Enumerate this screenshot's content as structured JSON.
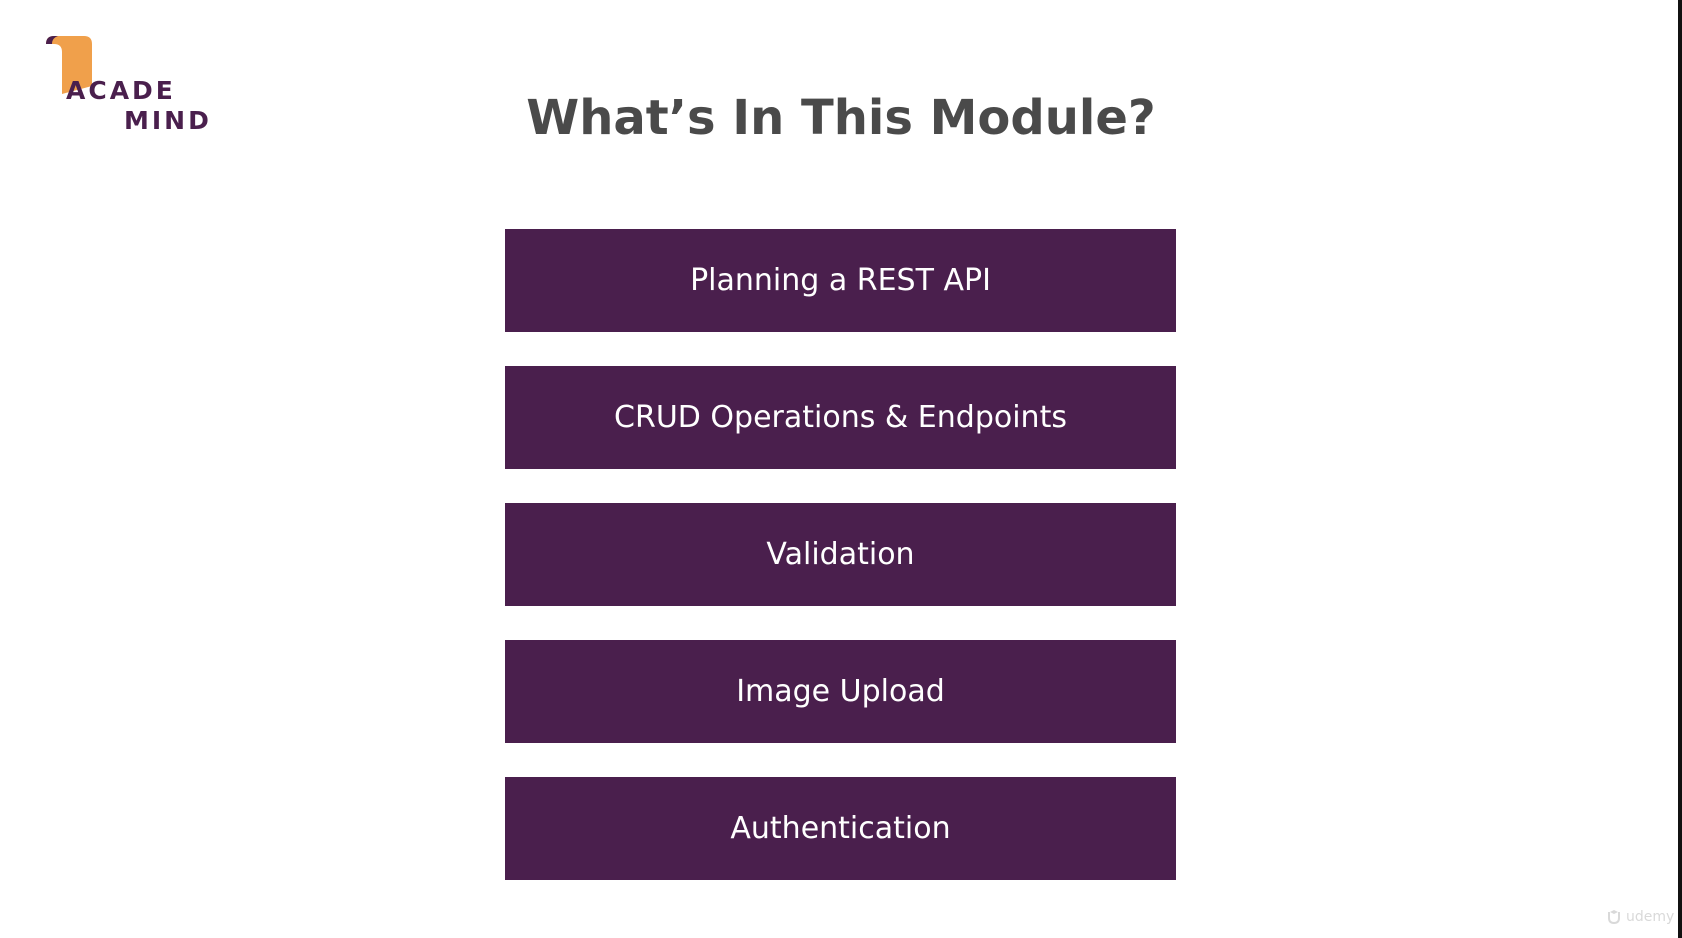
{
  "logo": {
    "line1": "ACADE",
    "line2": "MIND",
    "accent_color": "#f0a04b",
    "brand_color": "#4a1f4d",
    "icon": "scroll-icon"
  },
  "slide": {
    "title": "What’s In This Module?",
    "title_color": "#4a4a4a",
    "box_color": "#4a1f4d",
    "topics": [
      {
        "label": "Planning a REST API"
      },
      {
        "label": "CRUD Operations & Endpoints"
      },
      {
        "label": "Validation"
      },
      {
        "label": "Image Upload"
      },
      {
        "label": "Authentication"
      }
    ]
  },
  "watermark": {
    "icon": "udemy-logo-icon",
    "text": "udemy"
  }
}
